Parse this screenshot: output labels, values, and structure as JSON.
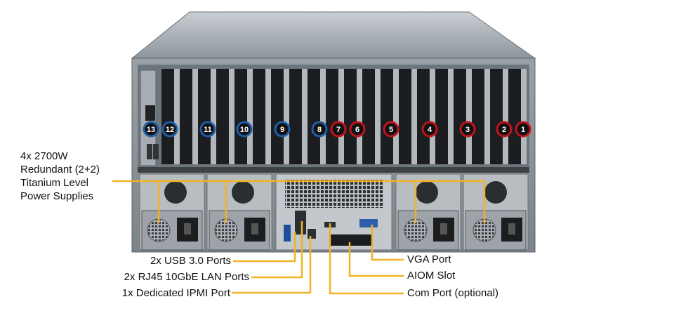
{
  "psu_label": {
    "lines": [
      "4x 2700W",
      "Redundant (2+2)",
      "Titanium Level",
      "Power Supplies"
    ]
  },
  "slots": [
    {
      "num": "13",
      "color": "#1f5ea8"
    },
    {
      "num": "12",
      "color": "#1f5ea8"
    },
    {
      "num": "11",
      "color": "#1f5ea8"
    },
    {
      "num": "10",
      "color": "#1f5ea8"
    },
    {
      "num": "9",
      "color": "#1f5ea8"
    },
    {
      "num": "8",
      "color": "#1f5ea8"
    },
    {
      "num": "7",
      "color": "#c0141c"
    },
    {
      "num": "6",
      "color": "#c0141c"
    },
    {
      "num": "5",
      "color": "#c0141c"
    },
    {
      "num": "4",
      "color": "#c0141c"
    },
    {
      "num": "3",
      "color": "#c0141c"
    },
    {
      "num": "2",
      "color": "#c0141c"
    },
    {
      "num": "1",
      "color": "#c0141c"
    }
  ],
  "left_labels": [
    "2x USB 3.0 Ports",
    "2x RJ45 10GbE LAN Ports",
    "1x Dedicated IPMI  Port"
  ],
  "right_labels": [
    "VGA Port",
    "AIOM Slot",
    "Com Port (optional)"
  ],
  "colors": {
    "leader": "#f0b323",
    "blue_slot": "#1f5ea8",
    "red_slot": "#c0141c"
  }
}
